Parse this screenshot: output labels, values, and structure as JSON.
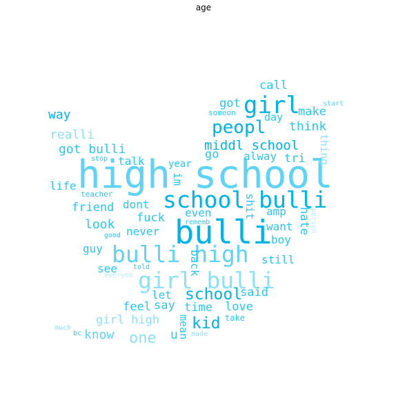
{
  "title": "age",
  "colors": {
    "deep": "#00b3e6",
    "mid": "#29c6ee",
    "light": "#5fd3f5",
    "pale": "#8ee0f8",
    "faint": "#b3ecfb"
  },
  "words": [
    {
      "text": "high school"
    },
    {
      "text": "bulli"
    },
    {
      "text": "school bulli"
    },
    {
      "text": "bulli high"
    },
    {
      "text": "girl bulli"
    },
    {
      "text": "girl"
    },
    {
      "text": "peopl"
    },
    {
      "text": "school"
    },
    {
      "text": "middl school"
    },
    {
      "text": "kid"
    },
    {
      "text": "one"
    },
    {
      "text": "call"
    },
    {
      "text": "got"
    },
    {
      "text": "make"
    },
    {
      "text": "think"
    },
    {
      "text": "day"
    },
    {
      "text": "someon"
    },
    {
      "text": "start"
    },
    {
      "text": "way"
    },
    {
      "text": "realli"
    },
    {
      "text": "got bulli"
    },
    {
      "text": "thing"
    },
    {
      "text": "go"
    },
    {
      "text": "alway"
    },
    {
      "text": "tri"
    },
    {
      "text": "stop"
    },
    {
      "text": "talk"
    },
    {
      "text": "year"
    },
    {
      "text": "im"
    },
    {
      "text": "life"
    },
    {
      "text": "teacher"
    },
    {
      "text": "friend"
    },
    {
      "text": "dont"
    },
    {
      "text": "shit"
    },
    {
      "text": "amp"
    },
    {
      "text": "hate"
    },
    {
      "text": "person"
    },
    {
      "text": "fuck"
    },
    {
      "text": "even"
    },
    {
      "text": "look"
    },
    {
      "text": "rememb"
    },
    {
      "text": "want"
    },
    {
      "text": "never"
    },
    {
      "text": "good"
    },
    {
      "text": "boy"
    },
    {
      "text": "guy"
    },
    {
      "text": "back"
    },
    {
      "text": "still"
    },
    {
      "text": "see"
    },
    {
      "text": "told"
    },
    {
      "text": "everyon"
    },
    {
      "text": "let"
    },
    {
      "text": "said"
    },
    {
      "text": "feel"
    },
    {
      "text": "say"
    },
    {
      "text": "time"
    },
    {
      "text": "love"
    },
    {
      "text": "girl high"
    },
    {
      "text": "take"
    },
    {
      "text": "much"
    },
    {
      "text": "know"
    },
    {
      "text": "u"
    },
    {
      "text": "mean"
    },
    {
      "text": "made"
    },
    {
      "text": "bc"
    }
  ]
}
